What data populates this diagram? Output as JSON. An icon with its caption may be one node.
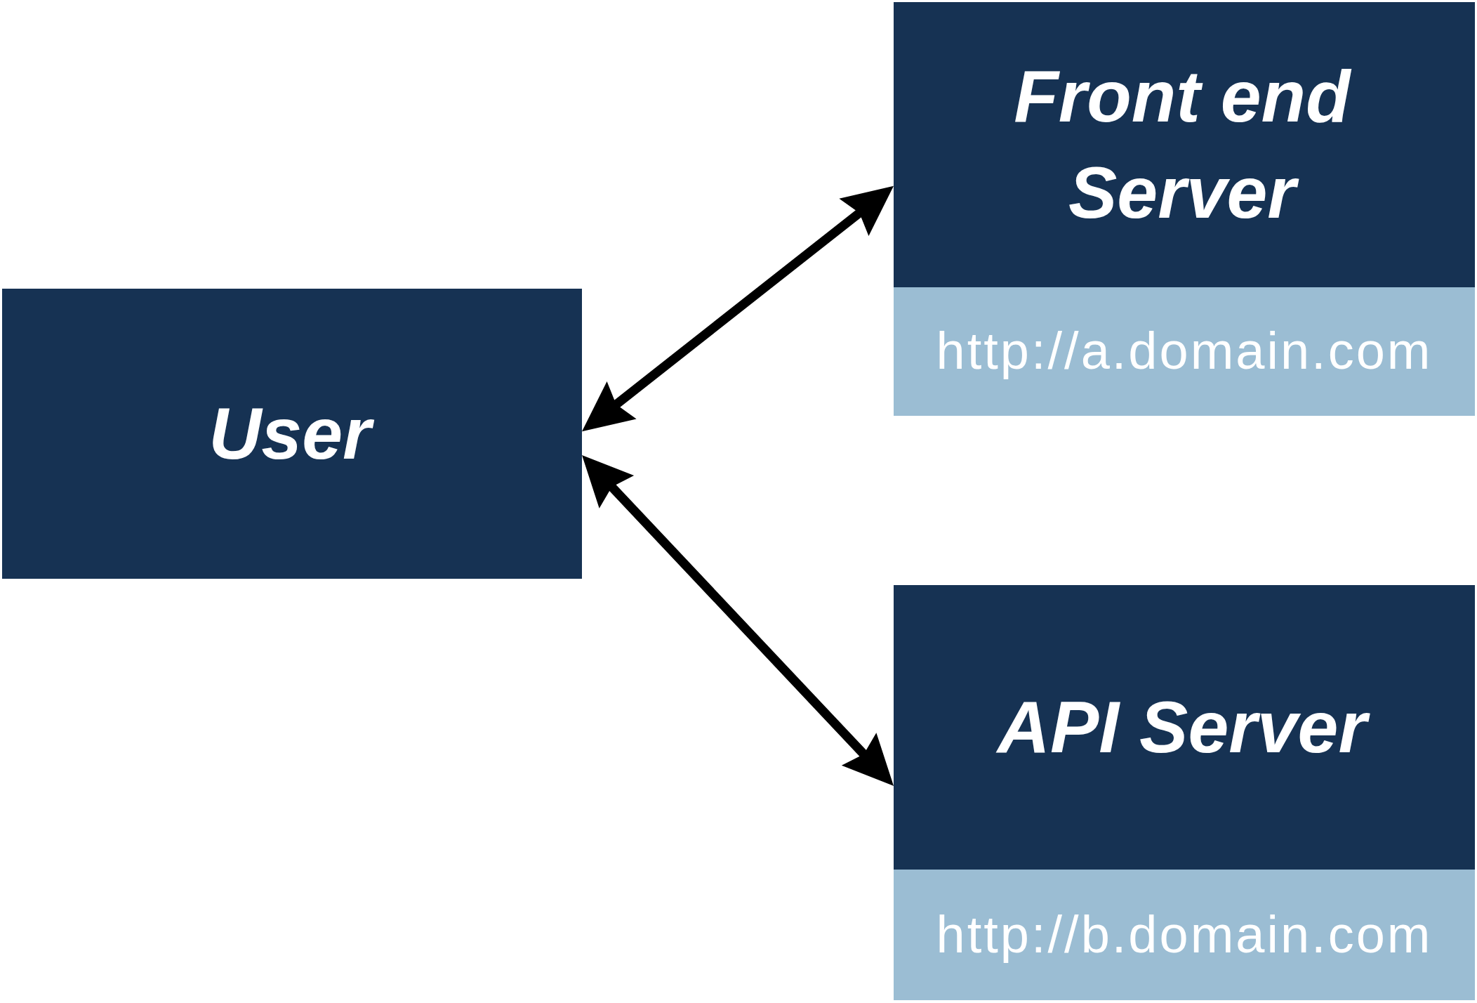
{
  "diagram": {
    "nodes": [
      {
        "text": [
          "User"
        ]
      },
      {
        "text": [
          "Front end Server"
        ]
      },
      {
        "text": [
          "http://a.domain.com"
        ]
      },
      {
        "text": [
          "API Server"
        ]
      },
      {
        "text": [
          "http://b.domain.com"
        ]
      }
    ],
    "edges": [
      {
        "from": 0,
        "to": 1,
        "arrow": "both"
      },
      {
        "from": 0,
        "to": 3,
        "arrow": "both"
      }
    ]
  }
}
